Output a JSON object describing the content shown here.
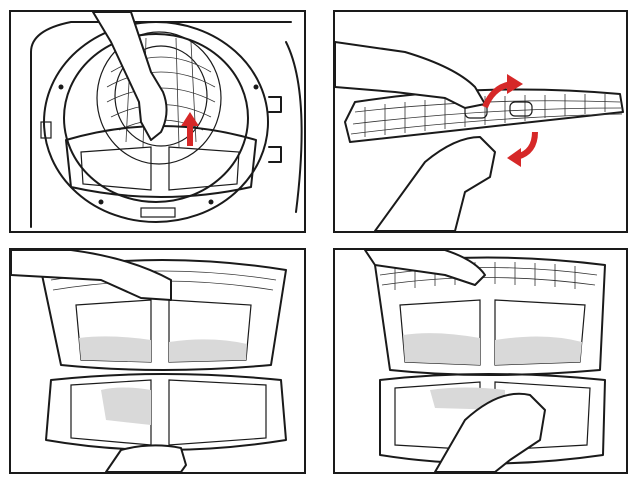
{
  "colors": {
    "arrow": "#d62828",
    "line": "#1a1a1a",
    "lint": "#d9d9d9",
    "background": "#ffffff"
  },
  "steps": [
    {
      "id": 1,
      "action": "pull-filter-up",
      "icons": [
        "hand-icon",
        "arrow-up-icon"
      ]
    },
    {
      "id": 2,
      "action": "open-filter",
      "icons": [
        "hand-icon",
        "rotate-arrow-icon"
      ]
    },
    {
      "id": 3,
      "action": "filter-open-with-lint",
      "icons": [
        "hand-icon"
      ]
    },
    {
      "id": 4,
      "action": "wipe-lint-off",
      "icons": [
        "hand-icon"
      ]
    }
  ]
}
